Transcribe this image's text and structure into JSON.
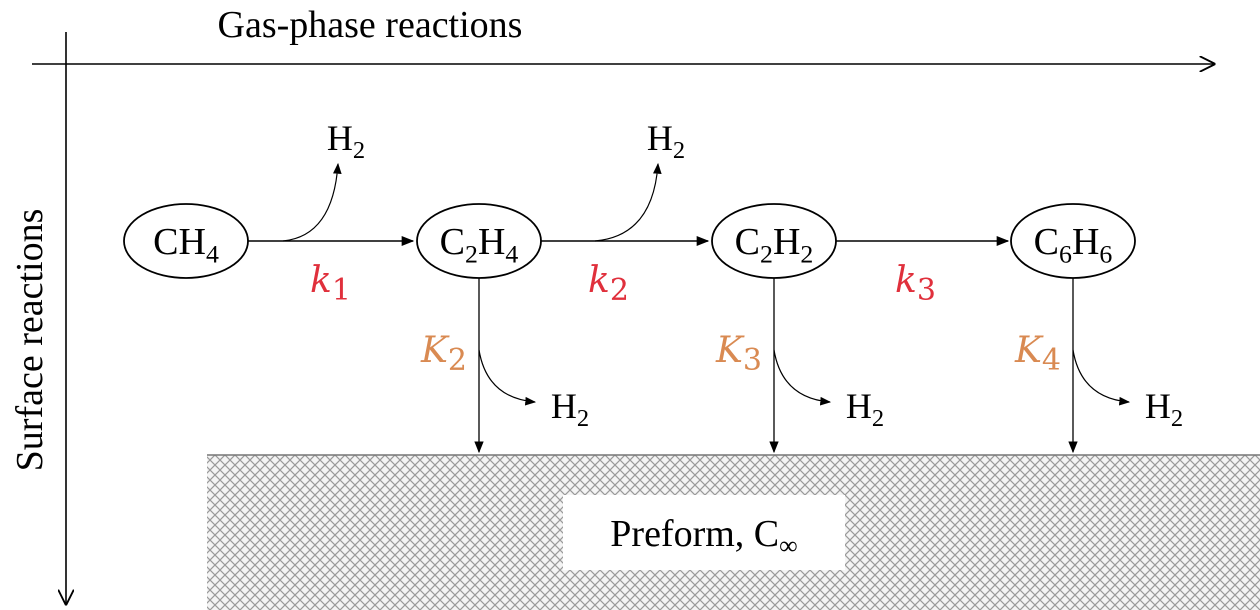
{
  "axes": {
    "horizontal_label": "Gas-phase reactions",
    "vertical_label": "Surface reactions"
  },
  "species": [
    {
      "id": "ch4",
      "parts": [
        "CH",
        "4"
      ]
    },
    {
      "id": "c2h4",
      "parts": [
        "C",
        "2",
        "H",
        "4"
      ]
    },
    {
      "id": "c2h2",
      "parts": [
        "C",
        "2",
        "H",
        "2"
      ]
    },
    {
      "id": "c6h6",
      "parts": [
        "C",
        "6",
        "H",
        "6"
      ]
    }
  ],
  "byproduct": {
    "parts": [
      "H",
      "2"
    ]
  },
  "gas_rates": [
    {
      "symbol": "k",
      "sub": "1"
    },
    {
      "symbol": "k",
      "sub": "2"
    },
    {
      "symbol": "k",
      "sub": "3"
    }
  ],
  "surface_rates": [
    {
      "symbol": "K",
      "sub": "2"
    },
    {
      "symbol": "K",
      "sub": "3"
    },
    {
      "symbol": "K",
      "sub": "4"
    }
  ],
  "preform": {
    "label": "Preform, C",
    "sub": "∞"
  },
  "colors": {
    "gas_rate": "#e0303c",
    "surface_rate": "#d98a52",
    "line": "#000000",
    "hatch": "#9a9a9a"
  }
}
